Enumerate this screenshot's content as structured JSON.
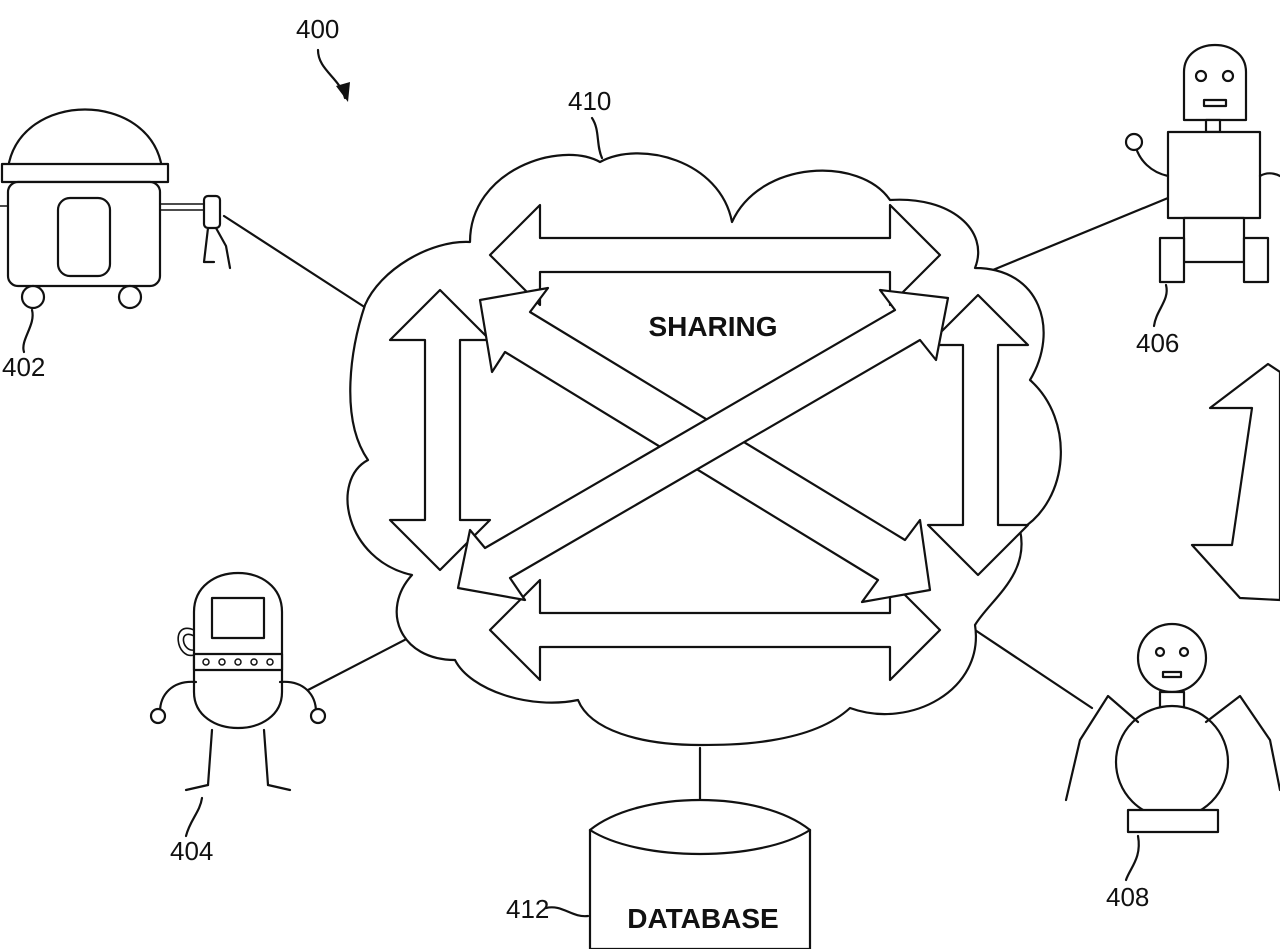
{
  "figure": {
    "ref_main": "400",
    "ref_cloud": "410",
    "ref_robot_a": "402",
    "ref_robot_b": "404",
    "ref_robot_c": "406",
    "ref_robot_d": "408",
    "ref_database": "412",
    "cloud_label": "SHARING",
    "database_label": "DATABASE"
  }
}
